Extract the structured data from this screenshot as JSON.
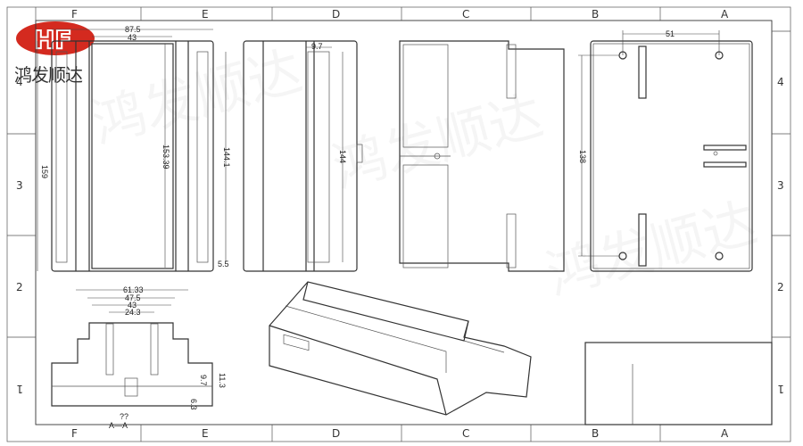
{
  "brand": {
    "logo_text": "HF",
    "company_name": "鸿发顺达",
    "logo_color": "#d42a1f"
  },
  "border": {
    "columns": [
      "F",
      "E",
      "D",
      "C",
      "B",
      "A"
    ],
    "rows": [
      "4",
      "3",
      "2",
      "1"
    ]
  },
  "views": {
    "front": {
      "width_overall": "87.5",
      "width_inner": "43",
      "height_overall": "159",
      "height_window": "153.39",
      "height_rail": "144.1",
      "offset": "5.5"
    },
    "side": {
      "depth": "9.7",
      "height": "144"
    },
    "bottom": {
      "hole_spacing_x": "51",
      "hole_spacing_y": "138"
    },
    "section": {
      "w1": "61.33",
      "w2": "47.5",
      "w3": "43",
      "w4": "24.3",
      "h1": "9.7",
      "h2": "11.3",
      "h3": "6.3",
      "title": "A—A",
      "note": "??"
    }
  },
  "watermark": "鸿发顺达"
}
